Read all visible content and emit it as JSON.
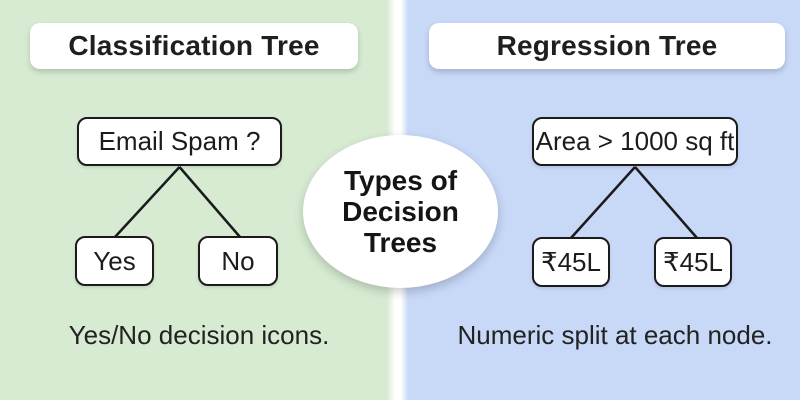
{
  "figure": {
    "title_lines": [
      "Types of",
      "Decision",
      "Trees"
    ]
  },
  "panels": {
    "left": {
      "title": "Classification Tree",
      "root": "Email Spam ?",
      "leaf1": "Yes",
      "leaf2": "No",
      "caption": "Yes/No decision icons."
    },
    "right": {
      "title": "Regression Tree",
      "root": "Area > 1000 sq ft",
      "leaf1": "₹45L",
      "leaf2": "₹45L",
      "caption": "Numeric split at each node."
    }
  },
  "colors": {
    "left_bg": "#d7ebd2",
    "right_bg": "#c8d8f7",
    "node_bg": "#ffffff",
    "stroke": "#1b1b1b",
    "text": "#1c1c1c"
  }
}
